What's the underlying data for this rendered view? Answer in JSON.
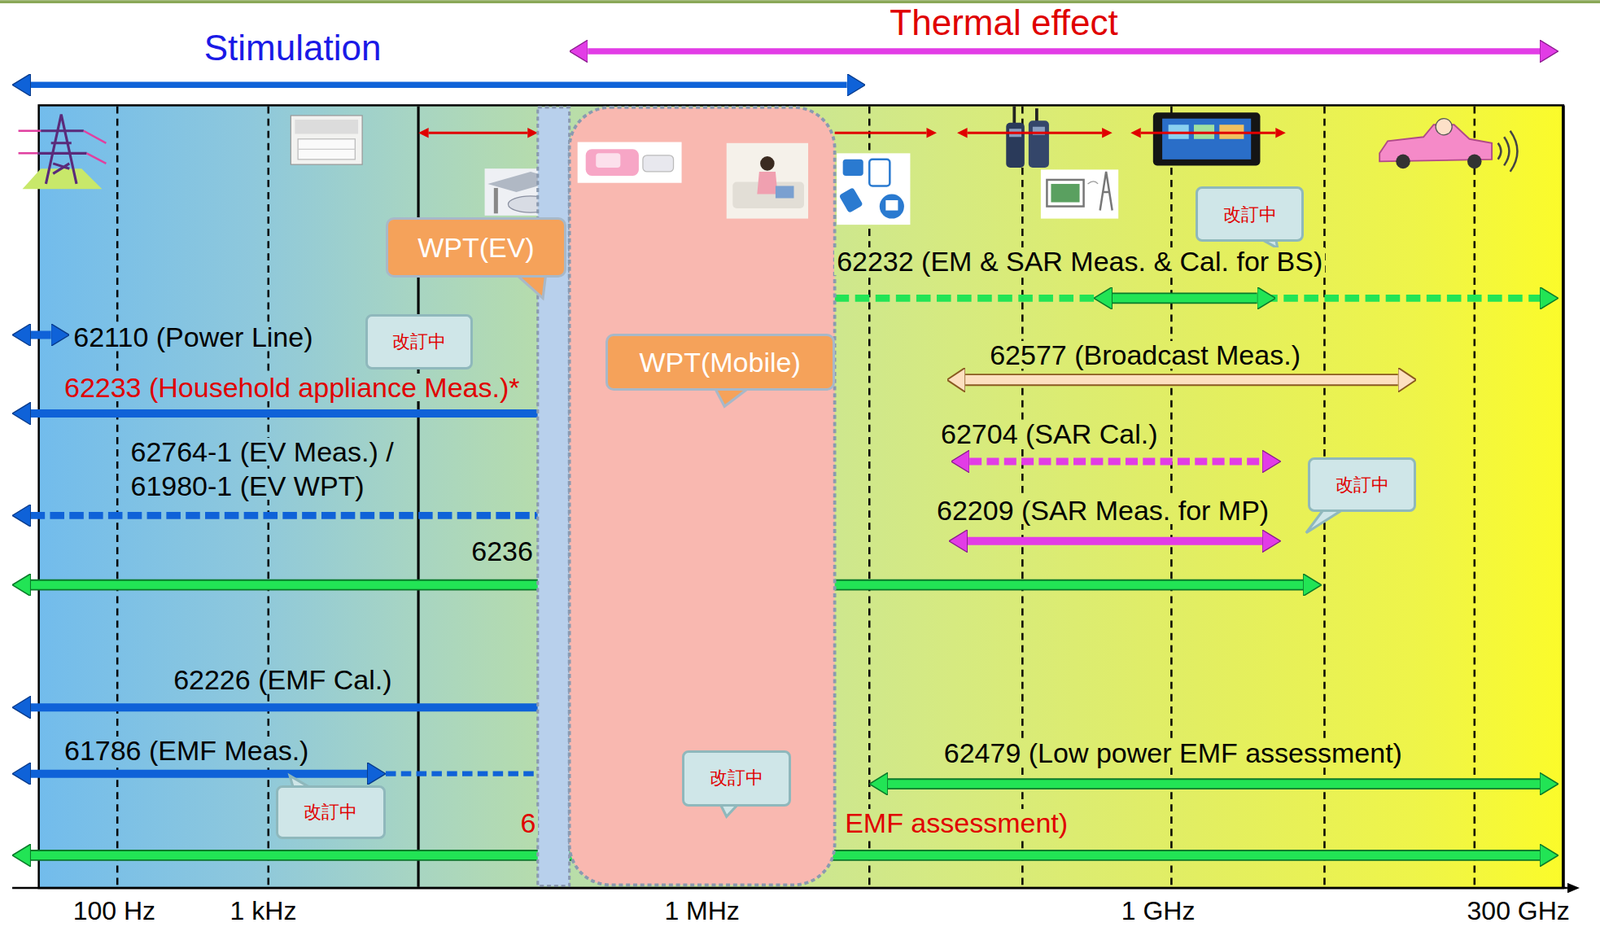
{
  "diagram": {
    "nodes": [
      {
        "text": [
          "改訂中"
        ]
      },
      {
        "text": [
          "WPT(EV)"
        ]
      },
      {
        "text": [
          "改訂中"
        ]
      },
      {
        "text": [
          "WPT(Mobile)"
        ]
      },
      {
        "text": [
          "改訂中"
        ]
      },
      {
        "text": [
          "改訂中"
        ]
      },
      {
        "text": [
          "改訂中"
        ]
      }
    ],
    "labels": [
      "Thermal effect",
      "Stimulation",
      "62232 (EM & SAR Meas. & Cal. for BS)",
      "62110 (Power Line)",
      "62577 (Broadcast Meas.)",
      "62233 (Household appliance Meas.)*",
      "62704 (SAR Cal.)",
      "62764-1 (EV Meas.) /",
      "61980-1 (EV WPT)",
      "62209 (SAR Meas. for MP)",
      "6236",
      "62226 (EMF Cal.)",
      "61786 (EMF Meas.)",
      "62479 (Low power EMF assessment)",
      "6",
      "EMF assessment)",
      "100 Hz",
      "1 kHz",
      "1 MHz",
      "1 GHz",
      "300 GHz"
    ]
  }
}
